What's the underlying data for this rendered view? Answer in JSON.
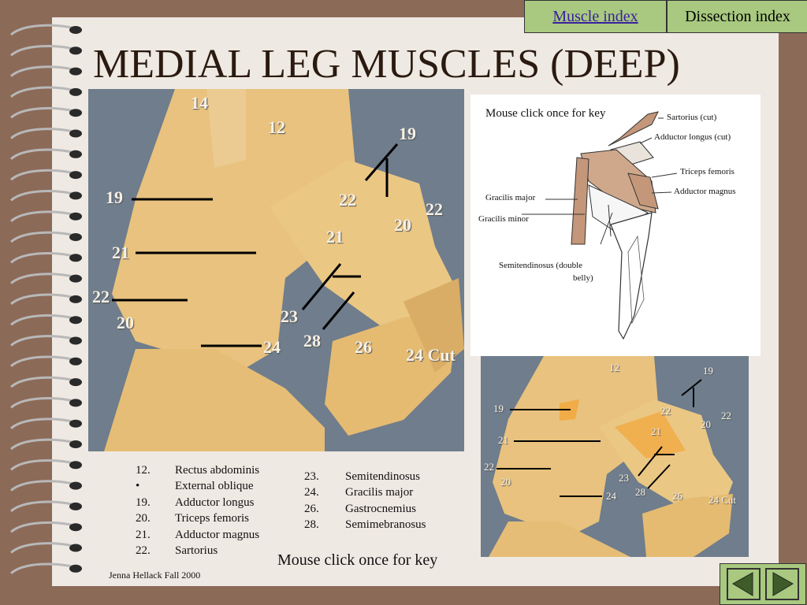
{
  "nav": {
    "muscle_index": "Muscle index",
    "dissection_index": "Dissection index"
  },
  "title": "MEDIAL LEG MUSCLES (DEEP)",
  "main_photo_labels": {
    "l14": "14",
    "l12": "12",
    "l19a": "19",
    "l19b": "19",
    "l22a": "22",
    "l22b": "22",
    "l22c": "22",
    "l20a": "20",
    "l20b": "20",
    "l21a": "21",
    "l21b": "21",
    "l23": "23",
    "l28": "28",
    "l26": "26",
    "l24": "24",
    "l24cut": "24 Cut"
  },
  "key_diagram": {
    "click_text": "Mouse click once for key",
    "labels": {
      "sartorius": "Sartorius (cut)",
      "adductor_longus": "Adductor longus (cut)",
      "triceps": "Triceps femoris",
      "adductor_magnus": "Adductor magnus",
      "gracilis_major": "Gracilis major",
      "gracilis_minor": "Gracilis minor",
      "semitendinosus_1": "Semitendinosus (double",
      "semitendinosus_2": "belly)"
    }
  },
  "small_photo_labels": {
    "s12": "12",
    "s19a": "19",
    "s19b": "19",
    "s22a": "22",
    "s22b": "22",
    "s22c": "22",
    "s20a": "20",
    "s20b": "20",
    "s21a": "21",
    "s21b": "21",
    "s23": "23",
    "s28": "28",
    "s26": "26",
    "s24": "24",
    "s24cut": "24 Cut"
  },
  "legend_left": [
    {
      "num": "12.",
      "name": "Rectus abdominis"
    },
    {
      "num": "•",
      "name": "External oblique"
    },
    {
      "num": "19.",
      "name": "Adductor longus"
    },
    {
      "num": "20.",
      "name": "Triceps femoris"
    },
    {
      "num": "21.",
      "name": "Adductor magnus"
    },
    {
      "num": "22.",
      "name": "Sartorius"
    }
  ],
  "legend_right": [
    {
      "num": "23.",
      "name": "Semitendinosus"
    },
    {
      "num": "24.",
      "name": "Gracilis major"
    },
    {
      "num": "26.",
      "name": "Gastrocnemius"
    },
    {
      "num": "28.",
      "name": "Semimebranosus"
    }
  ],
  "click_key": "Mouse click once for key",
  "credit": "Jenna Hellack Fall 2000",
  "colors": {
    "background": "#8c6a58",
    "page": "#efe9e3",
    "nav_green": "#a8c97f",
    "muscle": "#e8c27e"
  }
}
